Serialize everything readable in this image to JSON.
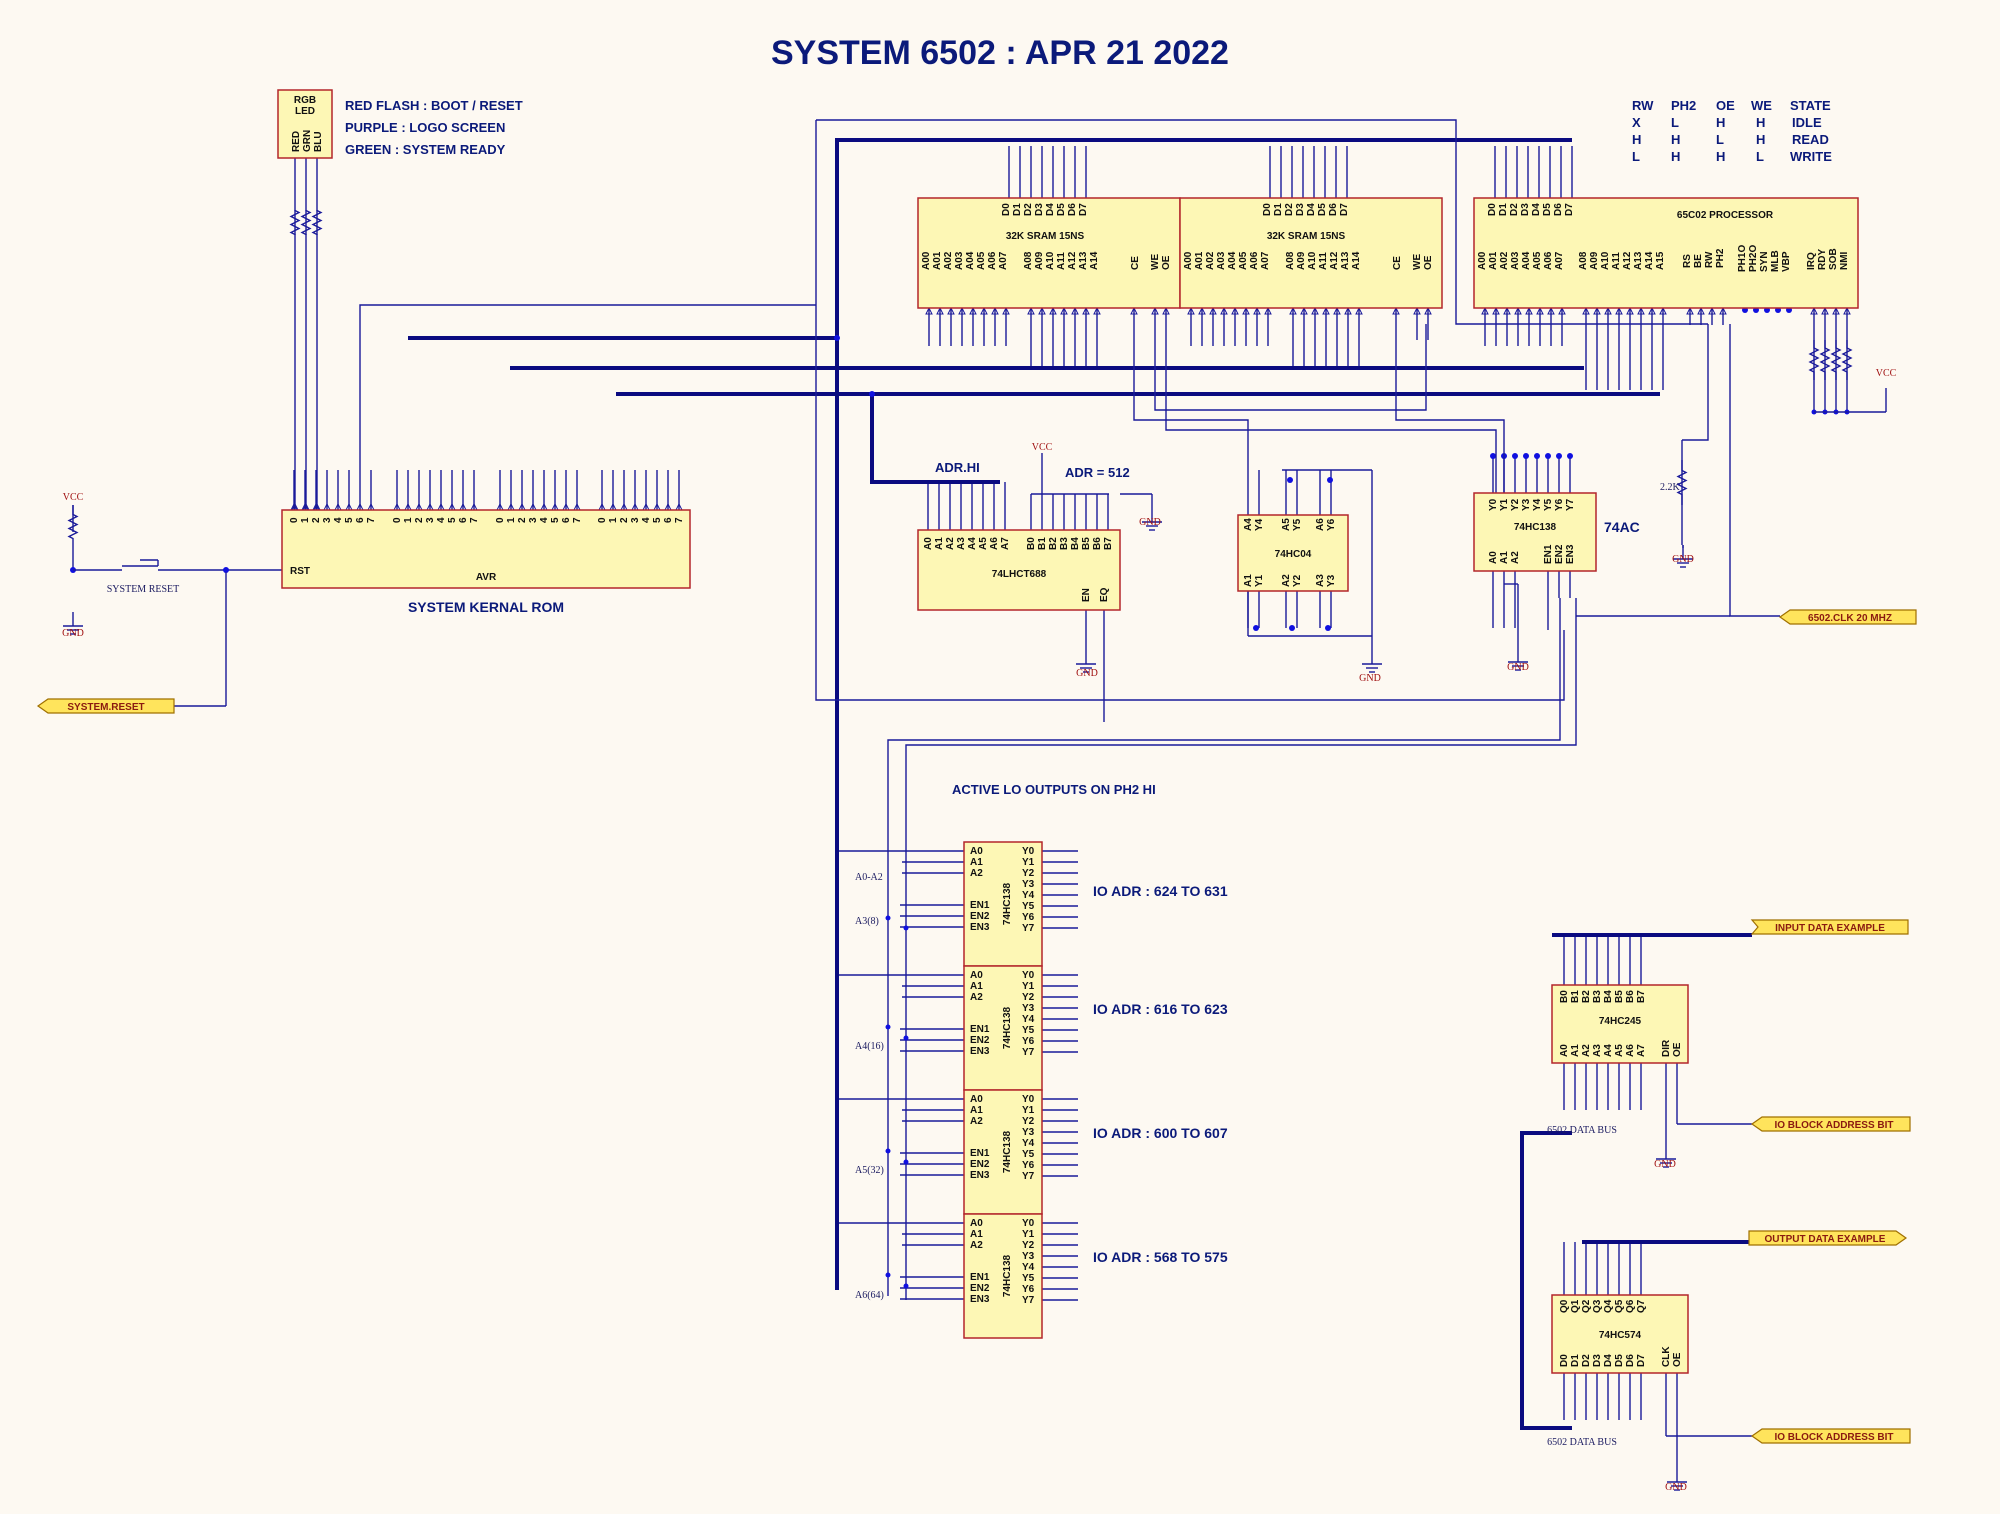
{
  "title": "SYSTEM 6502 : APR 21 2022",
  "legend": {
    "led_label": [
      "RGB",
      "LED"
    ],
    "led_pins": [
      "RED",
      "GRN",
      "BLU"
    ],
    "lines": [
      "RED FLASH : BOOT / RESET",
      "PURPLE : LOGO SCREEN",
      "GREEN : SYSTEM READY"
    ]
  },
  "state_table": {
    "header": [
      "RW",
      "PH2",
      "OE",
      "WE",
      "STATE"
    ],
    "rows": [
      [
        "X",
        "L",
        "H",
        "H",
        "IDLE"
      ],
      [
        "H",
        "H",
        "L",
        "H",
        "READ"
      ],
      [
        "L",
        "H",
        "H",
        "L",
        "WRITE"
      ]
    ]
  },
  "chips": {
    "sram1": {
      "name": "32K SRAM 15NS"
    },
    "sram2": {
      "name": "32K SRAM 15NS"
    },
    "cpu": {
      "name": "65C02 PROCESSOR"
    },
    "rom": {
      "name": "AVR",
      "caption": "SYSTEM KERNAL ROM",
      "rst": "RST"
    },
    "comp": {
      "name": "74LHCT688"
    },
    "inv": {
      "name": "74HC04"
    },
    "dec": {
      "name": "74HC138"
    },
    "buf": {
      "name": "74HC245"
    },
    "latch": {
      "name": "74HC574"
    },
    "io138": {
      "name": "74HC138"
    }
  },
  "labels": {
    "adr_hi": "ADR.HI",
    "adr_512": "ADR = 512",
    "ac74": "74AC",
    "active_lo": "ACTIVE LO OUTPUTS ON PH2 HI",
    "io_ranges": [
      "IO ADR : 624 TO 631",
      "IO ADR : 616 TO 623",
      "IO ADR : 600 TO 607",
      "IO ADR : 568 TO 575"
    ],
    "io_notes": [
      [
        "A0-A2",
        "A3(8)"
      ],
      [
        "A4(16)"
      ],
      [
        "A5(32)"
      ],
      [
        "A6(64)"
      ]
    ],
    "vcc": "VCC",
    "gnd": "GND",
    "system_reset": "SYSTEM RESET",
    "r22k": "2.2K",
    "data_bus": "6502 DATA BUS"
  },
  "ports": {
    "system_reset": "SYSTEM.RESET",
    "clk": "6502.CLK 20 MHZ",
    "input_example": "INPUT DATA EXAMPLE",
    "output_example": "OUTPUT DATA EXAMPLE",
    "io_block1": "IO BLOCK ADDRESS BIT",
    "io_block2": "IO BLOCK ADDRESS BIT"
  },
  "colors": {
    "chip_fill": "#fdf7b5",
    "chip_border": "#b3262b",
    "wire": "#1a1a9a",
    "title": "#0b1a7a",
    "power": "#a01010",
    "port_fill": "#ffe45c"
  }
}
